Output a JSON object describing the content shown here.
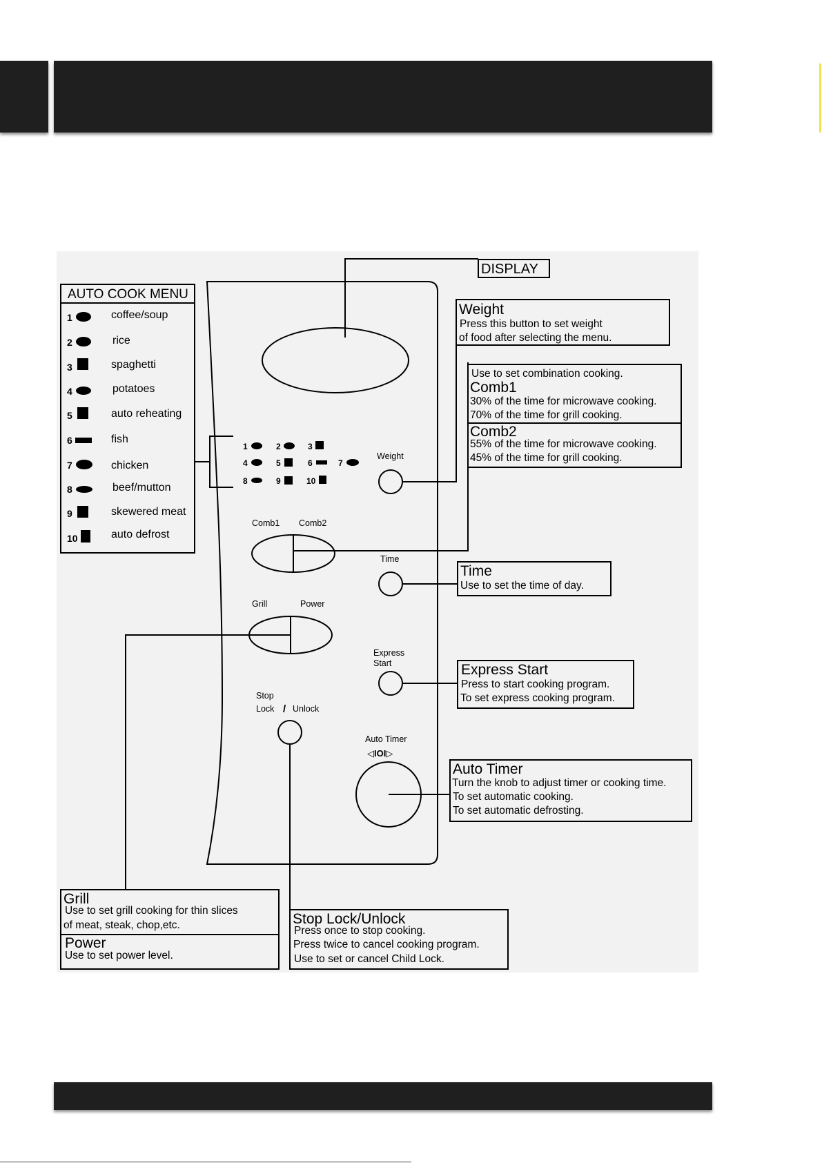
{
  "auto_cook_menu": {
    "title": "AUTO COOK MENU",
    "items": [
      {
        "num": "1",
        "label": "coffee/soup",
        "icon": "cup-icon"
      },
      {
        "num": "2",
        "label": "rice",
        "icon": "bowl-icon"
      },
      {
        "num": "3",
        "label": "spaghetti",
        "icon": "fork-icon"
      },
      {
        "num": "4",
        "label": "potatoes",
        "icon": "potato-icon"
      },
      {
        "num": "5",
        "label": "auto reheating",
        "icon": "steam-icon"
      },
      {
        "num": "6",
        "label": "fish",
        "icon": "fish-icon"
      },
      {
        "num": "7",
        "label": "chicken",
        "icon": "chicken-icon"
      },
      {
        "num": "8",
        "label": "beef/mutton",
        "icon": "drumstick-icon"
      },
      {
        "num": "9",
        "label": "skewered meat",
        "icon": "skewer-icon"
      },
      {
        "num": "10",
        "label": "auto defrost",
        "icon": "snowflake-icon"
      }
    ]
  },
  "panel": {
    "display_label": "DISPLAY",
    "weight_label": "Weight",
    "comb1_label": "Comb1",
    "comb2_label": "Comb2",
    "time_label": "Time",
    "grill_label": "Grill",
    "power_label": "Power",
    "express_label_1": "Express",
    "express_label_2": "Start",
    "stop_label": "Stop",
    "lock_label": "Lock",
    "slash": "/",
    "unlock_label": "Unlock",
    "auto_timer_label": "Auto Timer",
    "knob_symbol": "◁IOI▷",
    "panel_icon_nums": [
      "1",
      "2",
      "3",
      "4",
      "5",
      "6",
      "7",
      "8",
      "9",
      "10"
    ]
  },
  "callouts": {
    "weight": {
      "title": "Weight",
      "lines": [
        "Press this button to set weight",
        "of food after selecting the menu."
      ]
    },
    "comb": {
      "intro": "Use to set combination cooking.",
      "comb1_title": "Comb1",
      "comb1_lines": [
        "30% of the time for microwave cooking.",
        "70% of the time for grill cooking."
      ],
      "comb2_title": "Comb2",
      "comb2_lines": [
        "55% of the time for microwave cooking.",
        "45% of the time for grill cooking."
      ]
    },
    "time": {
      "title": "Time",
      "lines": [
        "Use to set the time of day."
      ]
    },
    "express": {
      "title": "Express  Start",
      "lines": [
        "Press to start cooking program.",
        "To set express cooking program."
      ]
    },
    "auto_timer": {
      "title": "Auto Timer",
      "lines": [
        "Turn the knob to adjust timer or cooking time.",
        "To set automatic cooking.",
        "To set automatic defrosting."
      ]
    },
    "grill": {
      "title": "Grill",
      "lines": [
        "Use to set grill cooking for thin slices",
        "of meat, steak, chop,etc."
      ]
    },
    "power": {
      "title": "Power",
      "lines": [
        "Use to set power level."
      ]
    },
    "stop": {
      "title": "Stop   Lock/Unlock",
      "lines": [
        "Press once to stop cooking.",
        "Press twice to cancel cooking program.",
        "Use to set or cancel Child Lock."
      ]
    }
  }
}
